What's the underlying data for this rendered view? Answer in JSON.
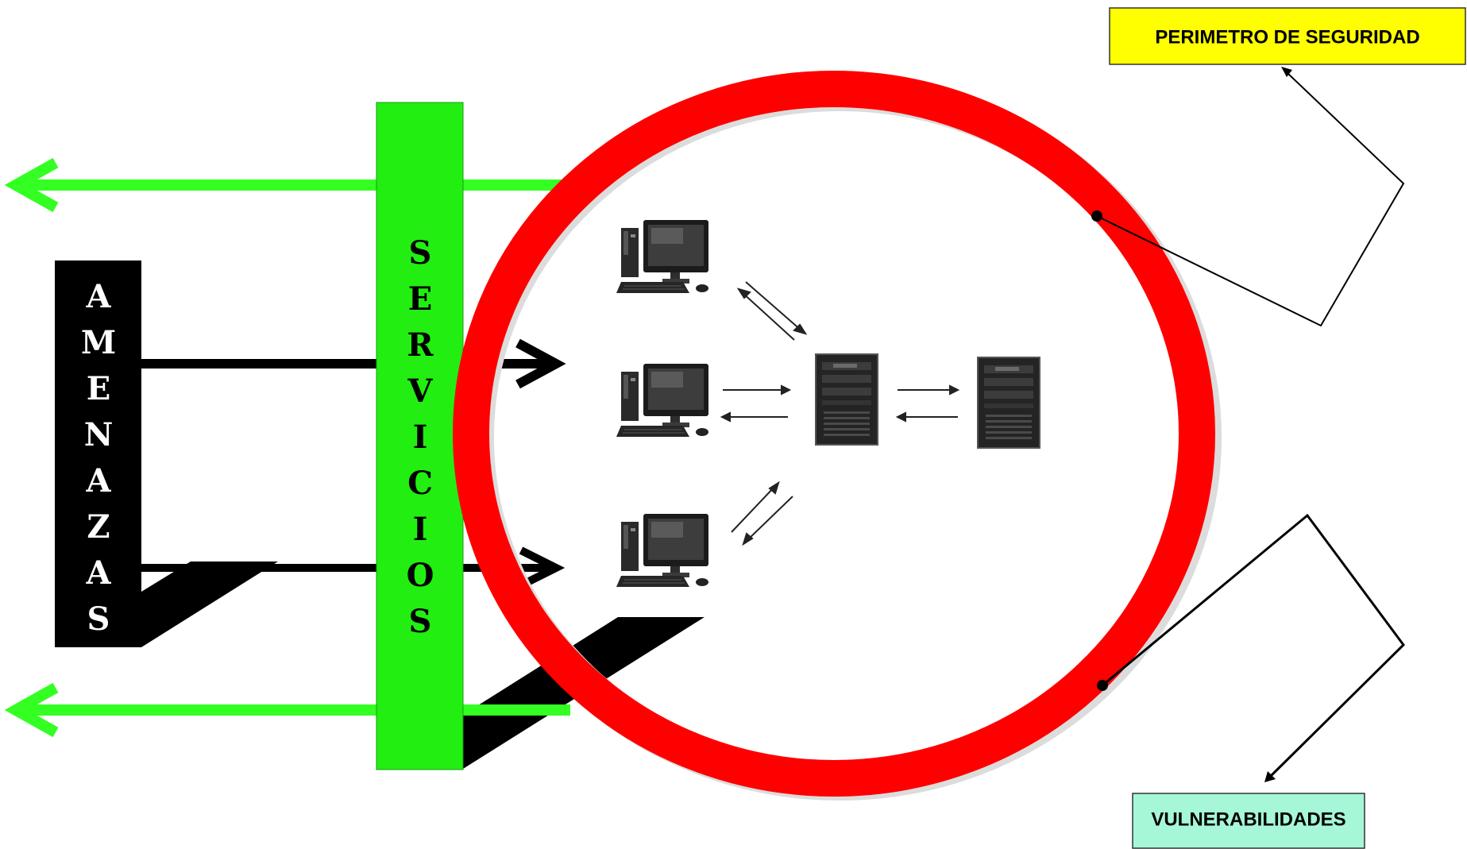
{
  "labels": {
    "perimeter": "PERIMETRO DE SEGURIDAD",
    "vulnerabilities": "VULNERABILIDADES"
  },
  "columns": {
    "threats": [
      "A",
      "M",
      "E",
      "N",
      "A",
      "Z",
      "A",
      "S"
    ],
    "services": [
      "S",
      "E",
      "R",
      "V",
      "I",
      "C",
      "I",
      "O",
      "S"
    ]
  },
  "colors": {
    "perimeter_ring": "#ff0000",
    "services_bar": "#22ee11",
    "outbound_arrows": "#33ff22",
    "threats_bar": "#000000",
    "perimeter_label_bg": "#ffff00",
    "vulnerabilities_label_bg": "#a6f7d8"
  },
  "icons": {
    "workstations": [
      "desktop-computer-icon",
      "desktop-computer-icon",
      "desktop-computer-icon"
    ],
    "servers": [
      "tower-server-icon",
      "tower-server-icon"
    ]
  }
}
